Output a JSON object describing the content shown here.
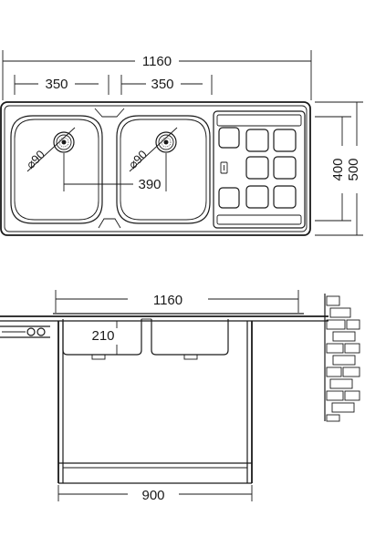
{
  "top_view": {
    "overall_width": "1160",
    "bowl_left_width": "350",
    "bowl_right_width": "350",
    "bowl_spacing": "390",
    "drain_left": "⌀90",
    "drain_right": "⌀90",
    "depth_inner": "400",
    "depth_outer": "500"
  },
  "section_view": {
    "overall_width": "1160",
    "bowl_depth": "210",
    "cabinet_width": "900"
  },
  "colors": {
    "line": "#1a1a1a",
    "background": "#ffffff"
  },
  "icons": {
    "drain": "drain-strainer-icon",
    "overflow": "overflow-slot-icon",
    "wall": "brick-wall-icon"
  }
}
